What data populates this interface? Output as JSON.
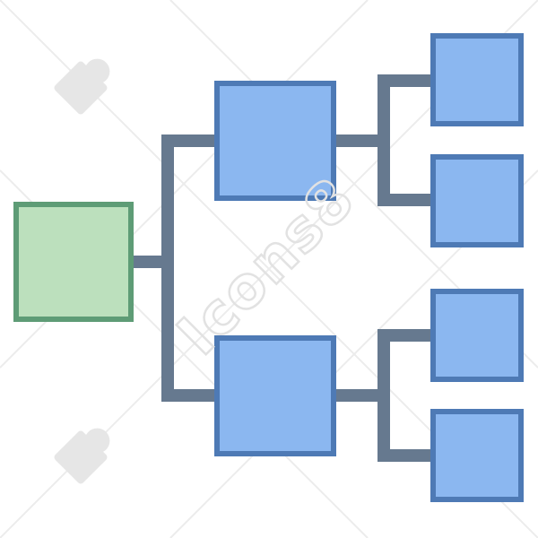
{
  "diagram": {
    "kind": "tree-hierarchy-icon",
    "colors": {
      "root_fill": "#BCE0BD",
      "root_stroke": "#5E9C76",
      "node_fill": "#8BB7F0",
      "node_stroke": "#4E7AB5",
      "connector": "#66798F"
    },
    "nodes": [
      {
        "id": "root",
        "level": 0
      },
      {
        "id": "mid-top",
        "level": 1,
        "parent": "root"
      },
      {
        "id": "mid-bottom",
        "level": 1,
        "parent": "root"
      },
      {
        "id": "leaf-1",
        "level": 2,
        "parent": "mid-top"
      },
      {
        "id": "leaf-2",
        "level": 2,
        "parent": "mid-top"
      },
      {
        "id": "leaf-3",
        "level": 2,
        "parent": "mid-bottom"
      },
      {
        "id": "leaf-4",
        "level": 2,
        "parent": "mid-bottom"
      }
    ]
  },
  "watermark": {
    "text": "Icons8",
    "color": "#e2e2e2"
  }
}
